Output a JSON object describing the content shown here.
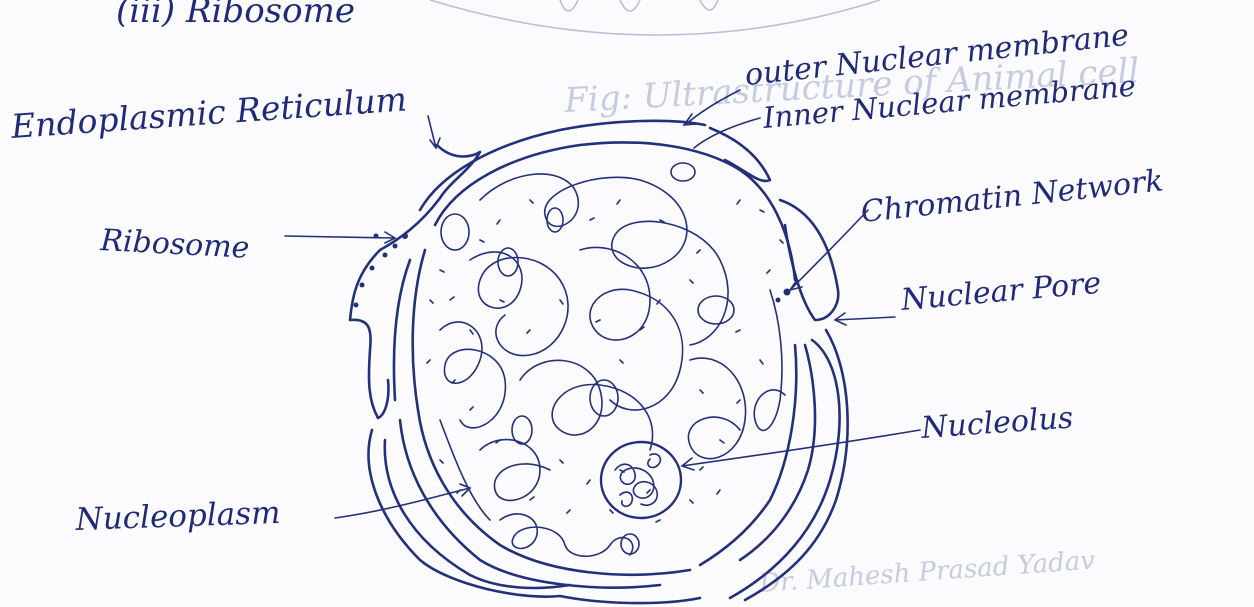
{
  "diagram": {
    "header_fragment": "(iii) Ribosome",
    "labels": {
      "endoplasmic_reticulum": "Endoplasmic Reticulum",
      "outer_nuclear_membrane": "outer Nuclear membrane",
      "inner_nuclear_membrane": "Inner Nuclear membrane",
      "ribosome": "Ribosome",
      "chromatin_network": "Chromatin Network",
      "nuclear_pore": "Nuclear Pore",
      "nucleolus": "Nucleolus",
      "nucleoplasm": "Nucleoplasm"
    },
    "bleed_through": {
      "middle": "Fig: Ultrastructure of Animal cell",
      "bottom": "Dr. Mahesh Prasad Yadav"
    },
    "colors": {
      "ink": "#23307a",
      "paper": "#fbfbfd",
      "bleed": "#c5ccdf"
    }
  }
}
